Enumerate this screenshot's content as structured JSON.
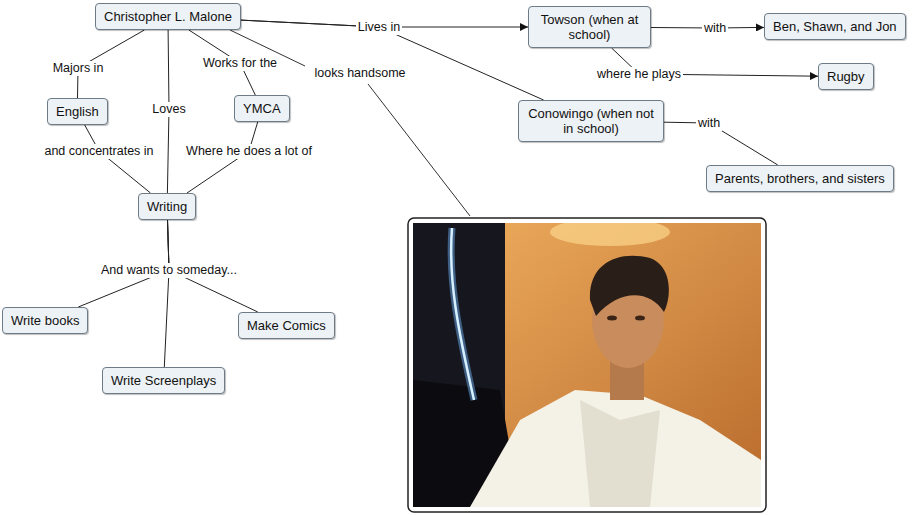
{
  "diagram": {
    "nodes": [
      {
        "text": [
          "Christopher L. Malone"
        ]
      },
      {
        "text": [
          "English"
        ]
      },
      {
        "text": [
          "YMCA"
        ]
      },
      {
        "text": [
          "Writing"
        ]
      },
      {
        "text": [
          "Write books"
        ]
      },
      {
        "text": [
          "Write Screenplays"
        ]
      },
      {
        "text": [
          "Make Comics"
        ]
      },
      {
        "text": [
          "Towson (when at school)"
        ]
      },
      {
        "text": [
          "Ben, Shawn, and Jon"
        ]
      },
      {
        "text": [
          "Rugby"
        ]
      },
      {
        "text": [
          "Conowingo (when not in school)"
        ]
      },
      {
        "text": [
          "Parents, brothers, and sisters"
        ]
      }
    ],
    "edges": [
      {
        "from": 0,
        "to": 1,
        "arrow": "none",
        "label": "Majors in"
      },
      {
        "from": 1,
        "to": 3,
        "arrow": "none",
        "label": "and concentrates in"
      },
      {
        "from": 0,
        "to": 3,
        "arrow": "none",
        "label": "Loves"
      },
      {
        "from": 0,
        "to": 2,
        "arrow": "none",
        "label": "Works for the"
      },
      {
        "from": 2,
        "to": 3,
        "arrow": "none",
        "label": "Where he does a lot of"
      },
      {
        "from": 3,
        "to": 5,
        "arrow": "none",
        "label": "And wants to someday..."
      },
      {
        "from": 3,
        "to": 4,
        "arrow": "none"
      },
      {
        "from": 3,
        "to": 6,
        "arrow": "none"
      },
      {
        "from": 0,
        "to": 7,
        "arrow": "to",
        "label": "Lives in"
      },
      {
        "from": 0,
        "to": 10,
        "arrow": "none"
      },
      {
        "from": 7,
        "to": 8,
        "arrow": "to",
        "label": "with"
      },
      {
        "from": 7,
        "to": 9,
        "arrow": "to",
        "label": "where he plays"
      },
      {
        "from": 10,
        "to": 11,
        "arrow": "none",
        "label": "with"
      }
    ],
    "labels": [
      "looks handsome"
    ]
  }
}
